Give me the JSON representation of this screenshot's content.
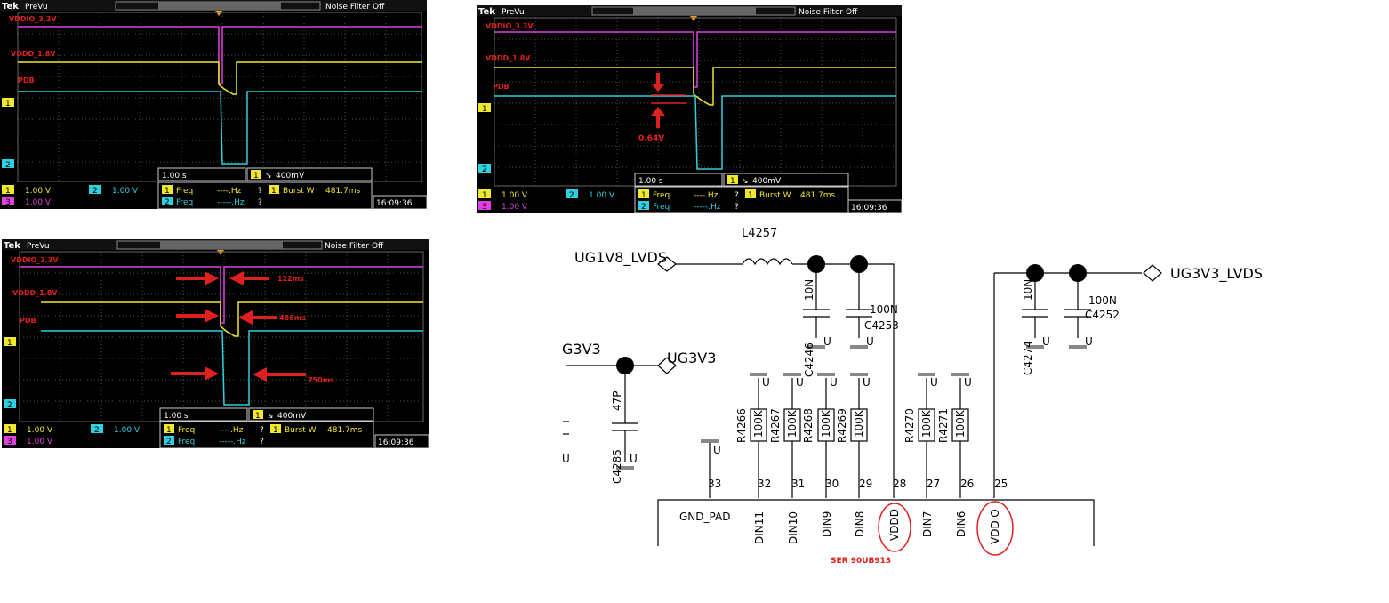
{
  "scopes": [
    {
      "brand": "Tek",
      "mode": "PreVu",
      "filter": "Noise Filter Off",
      "traces": {
        "vddio": "VDDIO_3.3V",
        "vddd": "VDDD_1.8V",
        "pdb": "PDB"
      },
      "ch_markers": {
        "one": "1",
        "two": "2"
      },
      "timebase": "1.00 s",
      "trigger": {
        "channel": "1",
        "level": "400mV"
      },
      "channels": [
        {
          "id": "1",
          "scale": "1.00 V"
        },
        {
          "id": "2",
          "scale": "1.00 V"
        },
        {
          "id": "3",
          "scale": "1.00 V"
        }
      ],
      "measurements": [
        {
          "ch": "1",
          "label": "Freq",
          "value": "----.Hz",
          "flag": "?"
        },
        {
          "ch": "2",
          "label": "Freq",
          "value": "-----.Hz",
          "flag": "?"
        }
      ],
      "burst": {
        "ch": "1",
        "label": "Burst W",
        "value": "481.7ms"
      },
      "time": "16:09:36",
      "annotations": {}
    },
    {
      "brand": "Tek",
      "mode": "PreVu",
      "filter": "Noise Filter Off",
      "traces": {
        "vddio": "VDDIO_3.3V",
        "vddd": "VDDD_1.8V",
        "pdb": "PDB"
      },
      "ch_markers": {
        "one": "1",
        "two": "2"
      },
      "timebase": "1.00 s",
      "trigger": {
        "channel": "1",
        "level": "400mV"
      },
      "channels": [
        {
          "id": "1",
          "scale": "1.00 V"
        },
        {
          "id": "2",
          "scale": "1.00 V"
        },
        {
          "id": "3",
          "scale": "1.00 V"
        }
      ],
      "measurements": [
        {
          "ch": "1",
          "label": "Freq",
          "value": "----.Hz",
          "flag": "?"
        },
        {
          "ch": "2",
          "label": "Freq",
          "value": "-----.Hz",
          "flag": "?"
        }
      ],
      "burst": {
        "ch": "1",
        "label": "Burst W",
        "value": "481.7ms"
      },
      "time": "16:09:36",
      "annotations": {
        "voltage": "0.64V"
      }
    },
    {
      "brand": "Tek",
      "mode": "PreVu",
      "filter": "Noise Filter Off",
      "traces": {
        "vddio": "VDDIO_3.3V",
        "vddd": "VDDD_1.8V",
        "pdb": "PDB"
      },
      "ch_markers": {
        "one": "1",
        "two": "2"
      },
      "timebase": "1.00 s",
      "trigger": {
        "channel": "1",
        "level": "400mV"
      },
      "channels": [
        {
          "id": "1",
          "scale": "1.00 V"
        },
        {
          "id": "2",
          "scale": "1.00 V"
        },
        {
          "id": "3",
          "scale": "1.00 V"
        }
      ],
      "measurements": [
        {
          "ch": "1",
          "label": "Freq",
          "value": "----.Hz",
          "flag": "?"
        },
        {
          "ch": "2",
          "label": "Freq",
          "value": "-----.Hz",
          "flag": "?"
        }
      ],
      "burst": {
        "ch": "1",
        "label": "Burst W",
        "value": "481.7ms"
      },
      "time": "16:09:36",
      "annotations": {
        "t1": "122ms",
        "t2": "486ms",
        "t3": "750ms"
      }
    }
  ],
  "schematic": {
    "nets": {
      "ug1v8": "UG1V8_LVDS",
      "ug3v3_lvds": "UG3V3_LVDS",
      "ug3v3_left": "G3V3",
      "ug3v3": "UG3V3"
    },
    "inductor": "L4257",
    "caps": [
      {
        "value": "10N",
        "ref": "C4246"
      },
      {
        "value": "100N",
        "ref": "C4253"
      },
      {
        "value": "10N",
        "ref": "C4274"
      },
      {
        "value": "100N",
        "ref": "C4252"
      },
      {
        "value": "47P",
        "ref": "C4285"
      }
    ],
    "resistors": [
      {
        "ref": "R4266",
        "value": "100K"
      },
      {
        "ref": "R4267",
        "value": "100K"
      },
      {
        "ref": "R4268",
        "value": "100K"
      },
      {
        "ref": "R4269",
        "value": "100K"
      },
      {
        "ref": "R4270",
        "value": "100K"
      },
      {
        "ref": "R4271",
        "value": "100K"
      }
    ],
    "ground_label": "U",
    "pins": [
      {
        "num": "33",
        "name": "GND_PAD"
      },
      {
        "num": "32",
        "name": "DIN11"
      },
      {
        "num": "31",
        "name": "DIN10"
      },
      {
        "num": "30",
        "name": "DIN9"
      },
      {
        "num": "29",
        "name": "DIN8"
      },
      {
        "num": "28",
        "name": "VDDD"
      },
      {
        "num": "27",
        "name": "DIN7"
      },
      {
        "num": "26",
        "name": "DIN6"
      },
      {
        "num": "25",
        "name": "VDDIO"
      }
    ],
    "chip_label": "SER 90UB913",
    "colors": {
      "annotation": "#e02020",
      "vddio": "#e040e0",
      "vddd": "#f0e830",
      "pdb": "#30d0e0",
      "grid": "#505050"
    }
  }
}
